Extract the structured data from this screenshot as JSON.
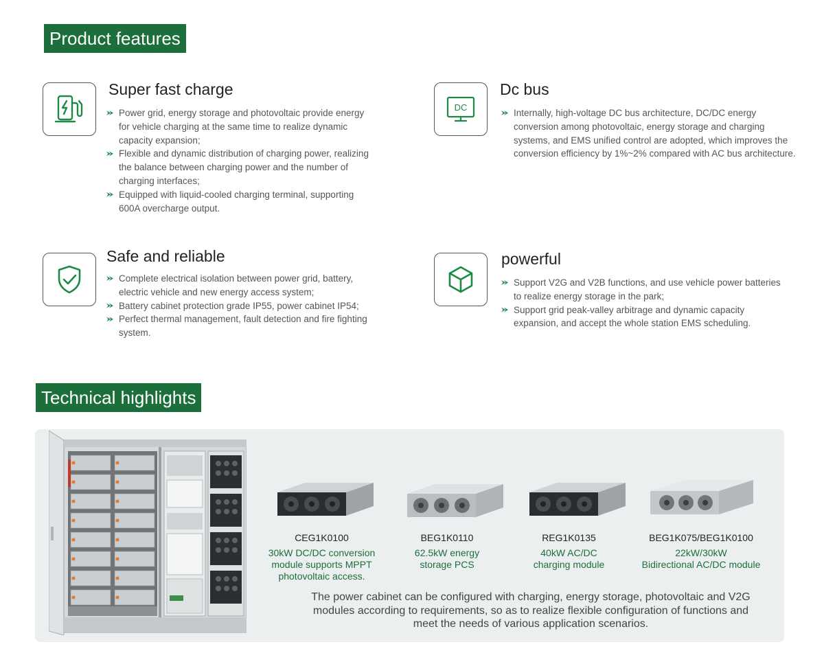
{
  "sections": {
    "features_title": "Product features",
    "tech_title": "Technical highlights"
  },
  "features": [
    {
      "title": "Super fast charge",
      "icon": "charging-station-icon",
      "bullets": [
        "Power grid, energy storage and photovoltaic provide energy for vehicle charging at the same time to realize dynamic capacity expansion;",
        "Flexible and dynamic distribution of charging power, realizing the balance between charging power and the number of charging interfaces;",
        "Equipped with liquid-cooled charging terminal, supporting 600A overcharge output."
      ]
    },
    {
      "title": "Dc bus",
      "icon": "dc-monitor-icon",
      "icon_text": "DC",
      "bullets": [
        "Internally, high-voltage DC bus architecture, DC/DC energy conversion among photovoltaic, energy storage and charging systems, and EMS unified control are adopted, which improves the conversion efficiency by 1%~2% compared with AC bus architecture."
      ]
    },
    {
      "title": "Safe and reliable",
      "icon": "shield-check-icon",
      "bullets": [
        "Complete electrical isolation between power grid, battery, electric vehicle and new energy access system;",
        "Battery cabinet protection grade IP55, power cabinet IP54;",
        "Perfect thermal management, fault detection and fire fighting system."
      ]
    },
    {
      "title": "powerful",
      "icon": "cube-icon",
      "bullets": [
        "Support V2G and V2B functions, and use vehicle power batteries to realize energy storage in the park;",
        "Support grid peak-valley arbitrage and dynamic capacity expansion, and accept the whole station EMS scheduling."
      ]
    }
  ],
  "modules": [
    {
      "code": "CEG1K0100",
      "desc": [
        "30kW DC/DC conversion",
        "module supports MPPT",
        "photovoltaic access."
      ],
      "style": "dark"
    },
    {
      "code": "BEG1K0110",
      "desc": [
        "62.5kW energy",
        "storage PCS"
      ],
      "style": "light"
    },
    {
      "code": "REG1K0135",
      "desc": [
        "40kW AC/DC",
        "charging module"
      ],
      "style": "dark"
    },
    {
      "code": "BEG1K075/BEG1K0100",
      "desc": [
        "22kW/30kW",
        "Bidirectional AC/DC module"
      ],
      "style": "light"
    }
  ],
  "tech_note": "The power cabinet can be configured with charging, energy storage, photovoltaic and V2G modules according to requirements, so as to realize flexible configuration of functions and meet the needs of various application scenarios.",
  "colors": {
    "brand_green": "#1c6e3a",
    "bullet_green": "#1c8a45",
    "panel_bg": "#eceff0"
  }
}
